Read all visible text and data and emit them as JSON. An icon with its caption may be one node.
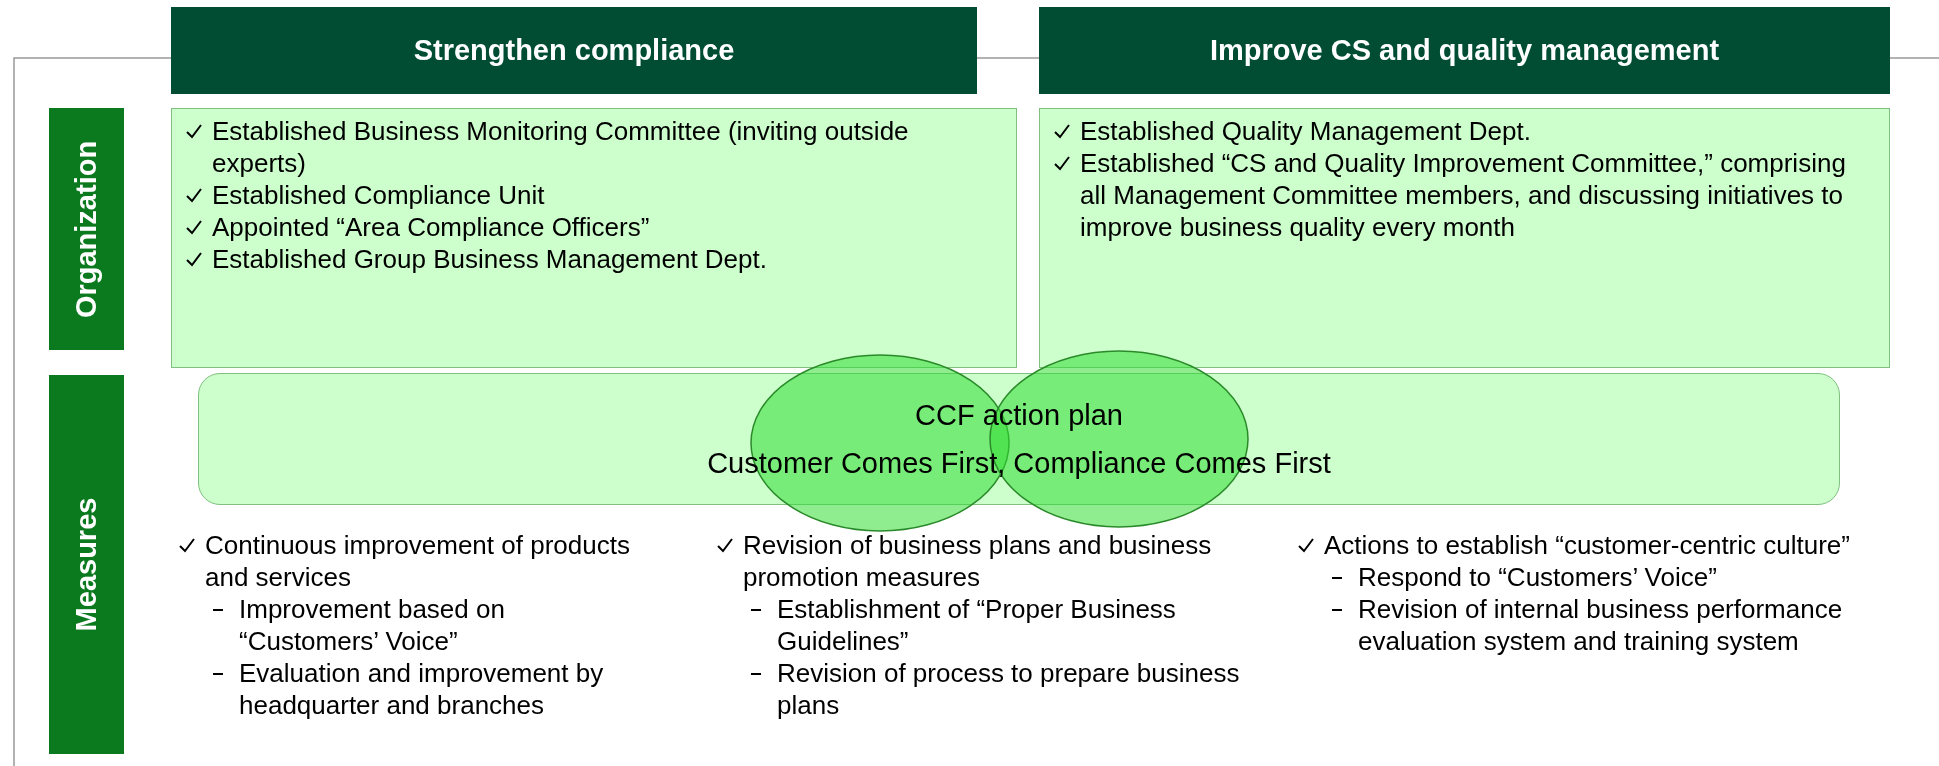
{
  "diagram": {
    "nodes": [
      {
        "text": [
          "Strengthen compliance"
        ]
      },
      {
        "text": [
          "Improve CS and quality management"
        ]
      },
      {
        "text": [
          "Organization"
        ]
      },
      {
        "text": [
          "Measures"
        ]
      },
      {
        "text": [
          "Established Business Monitoring Committee (inviting outside experts)",
          "Established Compliance Unit",
          "Appointed “Area Compliance Officers”",
          "Established Group Business Management Dept."
        ]
      },
      {
        "text": [
          "Established Quality Management Dept.",
          "Established “CS and Quality Improvement Committee,” comprising all Management Committee members, and discussing initiatives to improve business quality every month"
        ]
      },
      {
        "text": [
          "CCF action plan",
          "Customer Comes First, Compliance Comes First"
        ]
      }
    ],
    "labels": [
      "Continuous improvement of products and services",
      "Improvement based on “Customers’ Voice”",
      "Evaluation and improvement by headquarter and branches",
      "Revision of business plans and business promotion measures",
      "Establishment of “Proper Business Guidelines”",
      "Revision of process to prepare business plans",
      "Actions to establish “customer-centric culture”",
      "Respond to “Customers’ Voice”",
      "Revision of internal business performance evaluation system and training system"
    ]
  }
}
